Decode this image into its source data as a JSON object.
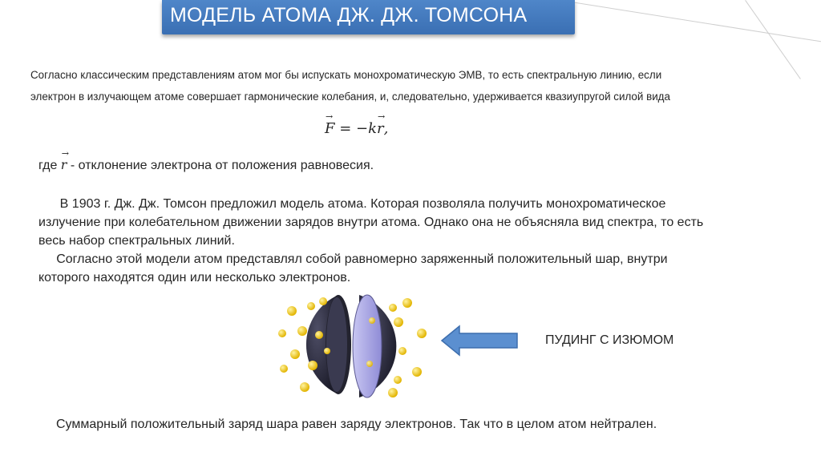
{
  "title": "МОДЕЛЬ АТОМА ДЖ. ДЖ. ТОМСОНА",
  "intro": {
    "line1": "Согласно классическим представлениям атом мог бы испускать монохроматическую ЭМВ, то есть спектральную линию, если",
    "line2": "электрон в излучающем атоме совершает гармонические колебания, и, следовательно, удерживается квазиупругой силой вида"
  },
  "formula": {
    "lhs": "F",
    "equals": " = −k",
    "rhs": "r",
    "tail": ","
  },
  "where": {
    "prefix": "где ",
    "symbol": "r",
    "suffix": " - отклонение электрона от положения равновесия."
  },
  "paragraph1": {
    "line1": "      В 1903 г. Дж. Дж. Томсон предложил модель атома. Которая позволяла получить монохроматическое",
    "line2": "излучение при колебательном движении зарядов внутри атома. Однако она не объясняла  вид спектра, то есть",
    "line3": "весь набор спектральных линий."
  },
  "paragraph2": {
    "line1": "     Согласно этой модели атом представлял собой равномерно заряженный положительный шар, внутри",
    "line2": "которого находятся один или несколько электронов."
  },
  "pudding_label": "ПУДИНГ С ИЗЮМОМ",
  "footer": "Суммарный положительный заряд шара равен заряду электронов. Так что в целом атом нейтрален.",
  "colors": {
    "title_bg": "#4a80c4",
    "arrow_fill": "#5b8fd0",
    "sphere_dark": "#2c2c3e",
    "sphere_face": "#a9a7e6",
    "electron": "#f1cf2c"
  }
}
